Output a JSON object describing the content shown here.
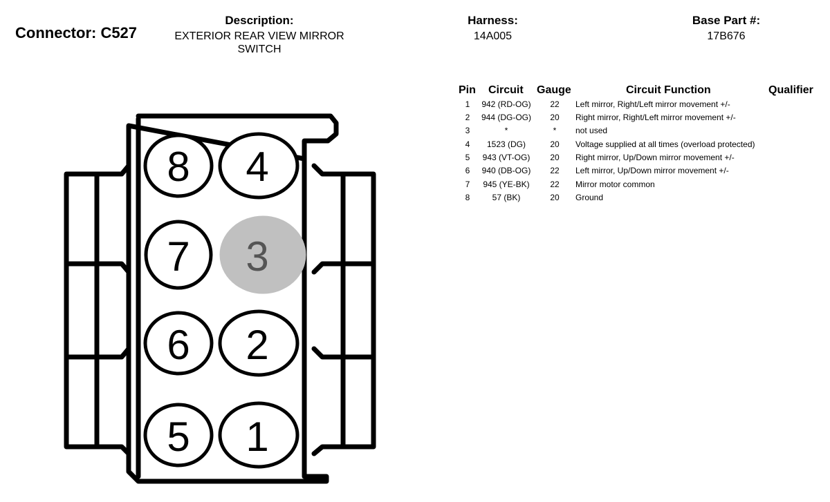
{
  "header": {
    "connector": "Connector: C527",
    "description_label": "Description:",
    "description_value_line1": "EXTERIOR REAR VIEW MIRROR",
    "description_value_line2": "SWITCH",
    "harness_label": "Harness:",
    "harness_value": "14A005",
    "base_part_label": "Base Part #:",
    "base_part_value": "17B676"
  },
  "table": {
    "headers": {
      "pin": "Pin",
      "circuit": "Circuit",
      "gauge": "Gauge",
      "function": "Circuit Function",
      "qualifier": "Qualifier"
    },
    "rows": [
      {
        "pin": "1",
        "circuit": "942 (RD-OG)",
        "gauge": "22",
        "function": "Left mirror, Right/Left mirror movement +/-"
      },
      {
        "pin": "2",
        "circuit": "944 (DG-OG)",
        "gauge": "20",
        "function": "Right mirror, Right/Left mirror movement +/-"
      },
      {
        "pin": "3",
        "circuit": "*",
        "gauge": "*",
        "function": "not used"
      },
      {
        "pin": "4",
        "circuit": "1523 (DG)",
        "gauge": "20",
        "function": "Voltage supplied at all times (overload protected)"
      },
      {
        "pin": "5",
        "circuit": "943 (VT-OG)",
        "gauge": "20",
        "function": "Right mirror, Up/Down mirror movement +/-"
      },
      {
        "pin": "6",
        "circuit": "940 (DB-OG)",
        "gauge": "22",
        "function": "Left mirror, Up/Down mirror movement +/-"
      },
      {
        "pin": "7",
        "circuit": "945 (YE-BK)",
        "gauge": "22",
        "function": "Mirror motor common"
      },
      {
        "pin": "8",
        "circuit": "57 (BK)",
        "gauge": "20",
        "function": "Ground"
      }
    ]
  },
  "diagram": {
    "pins": {
      "p8": "8",
      "p4": "4",
      "p7": "7",
      "p3": "3",
      "p6": "6",
      "p2": "2",
      "p5": "5",
      "p1": "1"
    },
    "unused_pin_color": "#c0c0c0",
    "line_color": "#000000"
  }
}
